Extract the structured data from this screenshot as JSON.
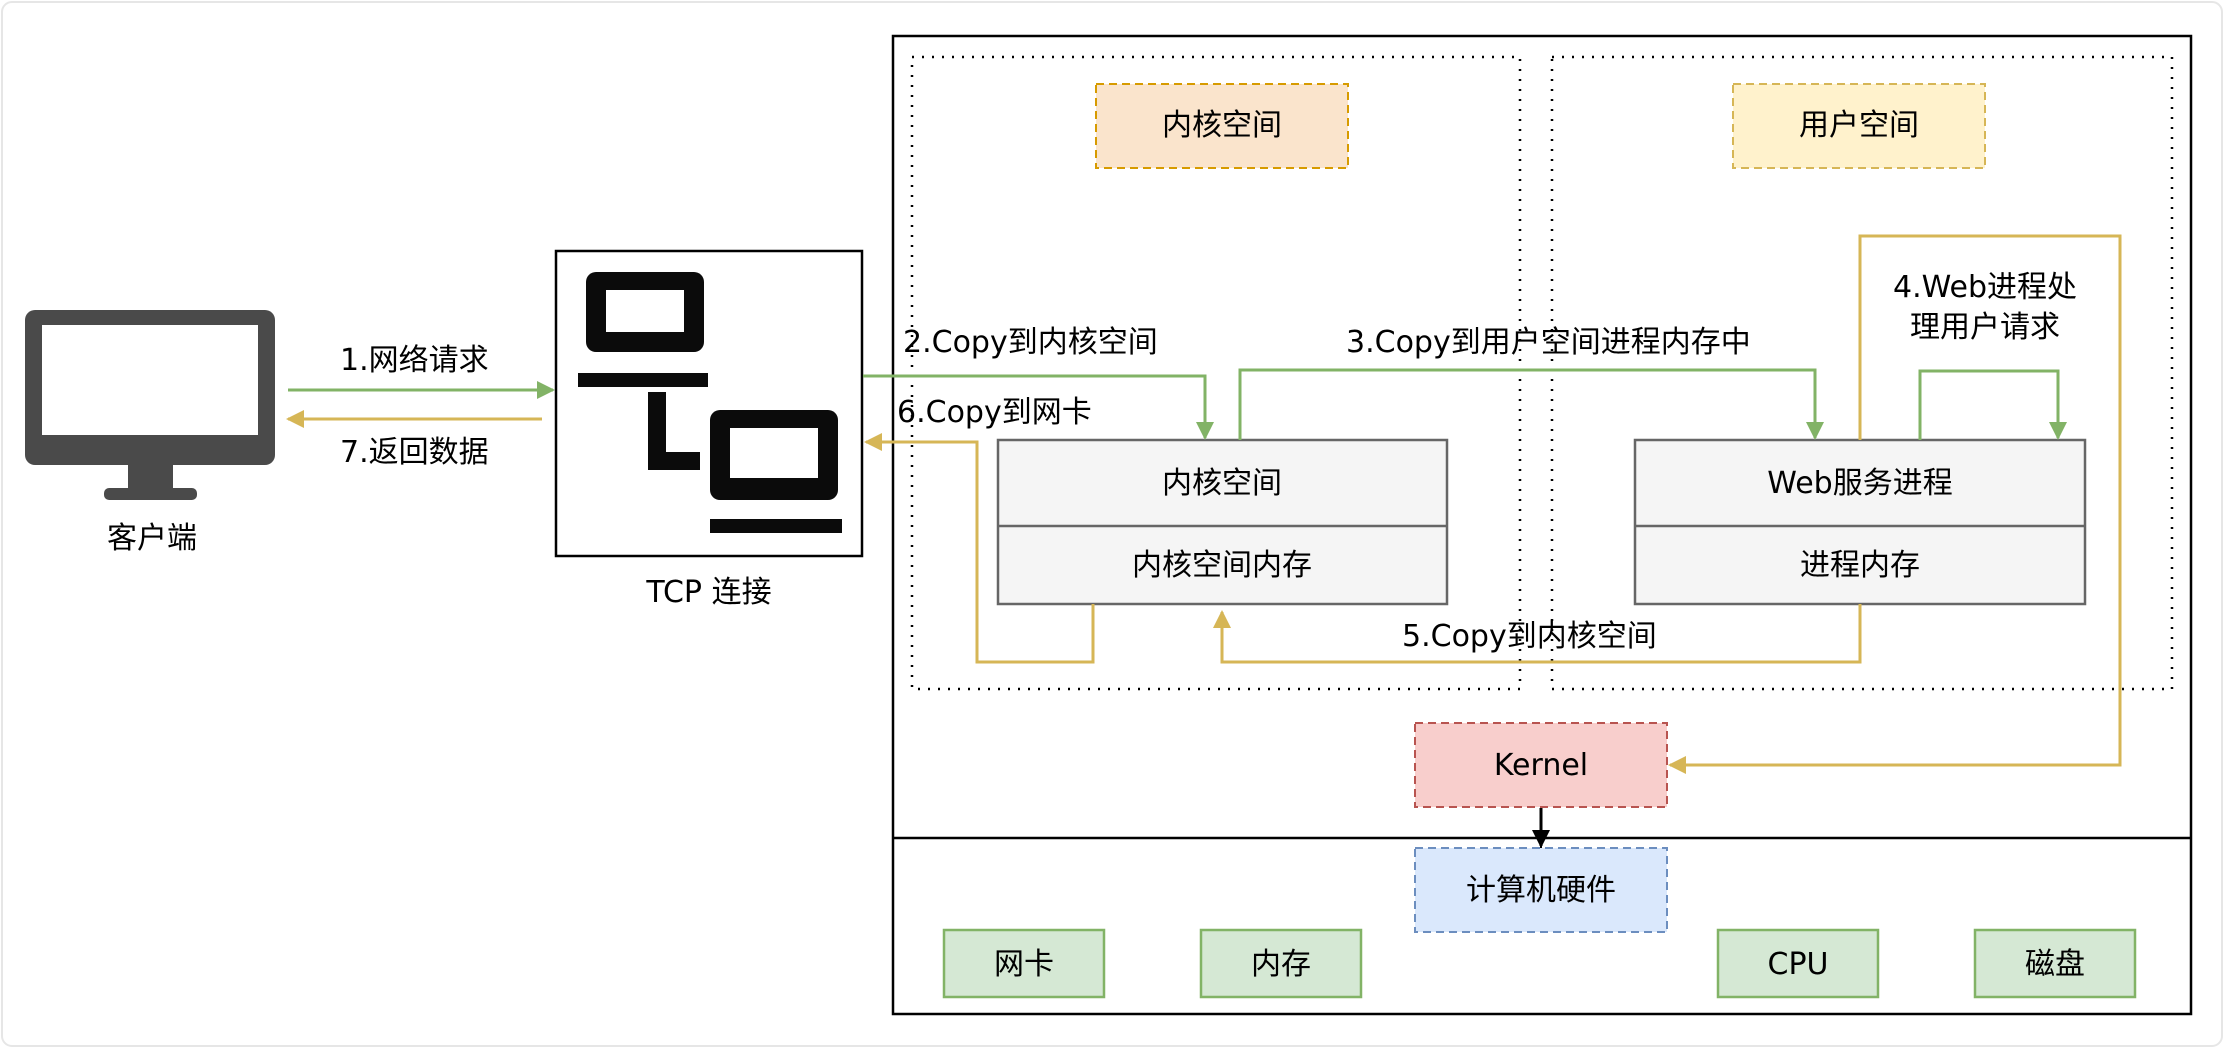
{
  "client": {
    "label": "客户端"
  },
  "tcp": {
    "label": "TCP 连接"
  },
  "regions": {
    "kernel_space_tag": "内核空间",
    "user_space_tag": "用户空间"
  },
  "kernel_box": {
    "top": "内核空间",
    "bottom": "内核空间内存"
  },
  "web_box": {
    "top": "Web服务进程",
    "bottom": "进程内存"
  },
  "kernel": "Kernel",
  "hardware": {
    "title": "计算机硬件",
    "items": [
      "网卡",
      "内存",
      "CPU",
      "磁盘"
    ]
  },
  "steps": {
    "s1": "1.网络请求",
    "s2": "2.Copy到内核空间",
    "s3": "3.Copy到用户空间进程内存中",
    "s4_line1": "4.Web进程处",
    "s4_line2": "理用户请求",
    "s5": "5.Copy到内核空间",
    "s6": "6.Copy到网卡",
    "s7": "7.返回数据"
  },
  "colors": {
    "green_line": "#82b366",
    "gold_line": "#d6b656",
    "kernel_tag_fill": "#fae4cc",
    "kernel_tag_stroke": "#d79b00",
    "user_tag_fill": "#fff2cc",
    "user_tag_stroke": "#d6b656",
    "kernel_fill": "#f8cecc",
    "kernel_stroke": "#b85450",
    "hw_title_fill": "#dae8fc",
    "hw_title_stroke": "#6c8ebf",
    "hw_item_fill": "#d5e8d4",
    "hw_item_stroke": "#82b366"
  }
}
